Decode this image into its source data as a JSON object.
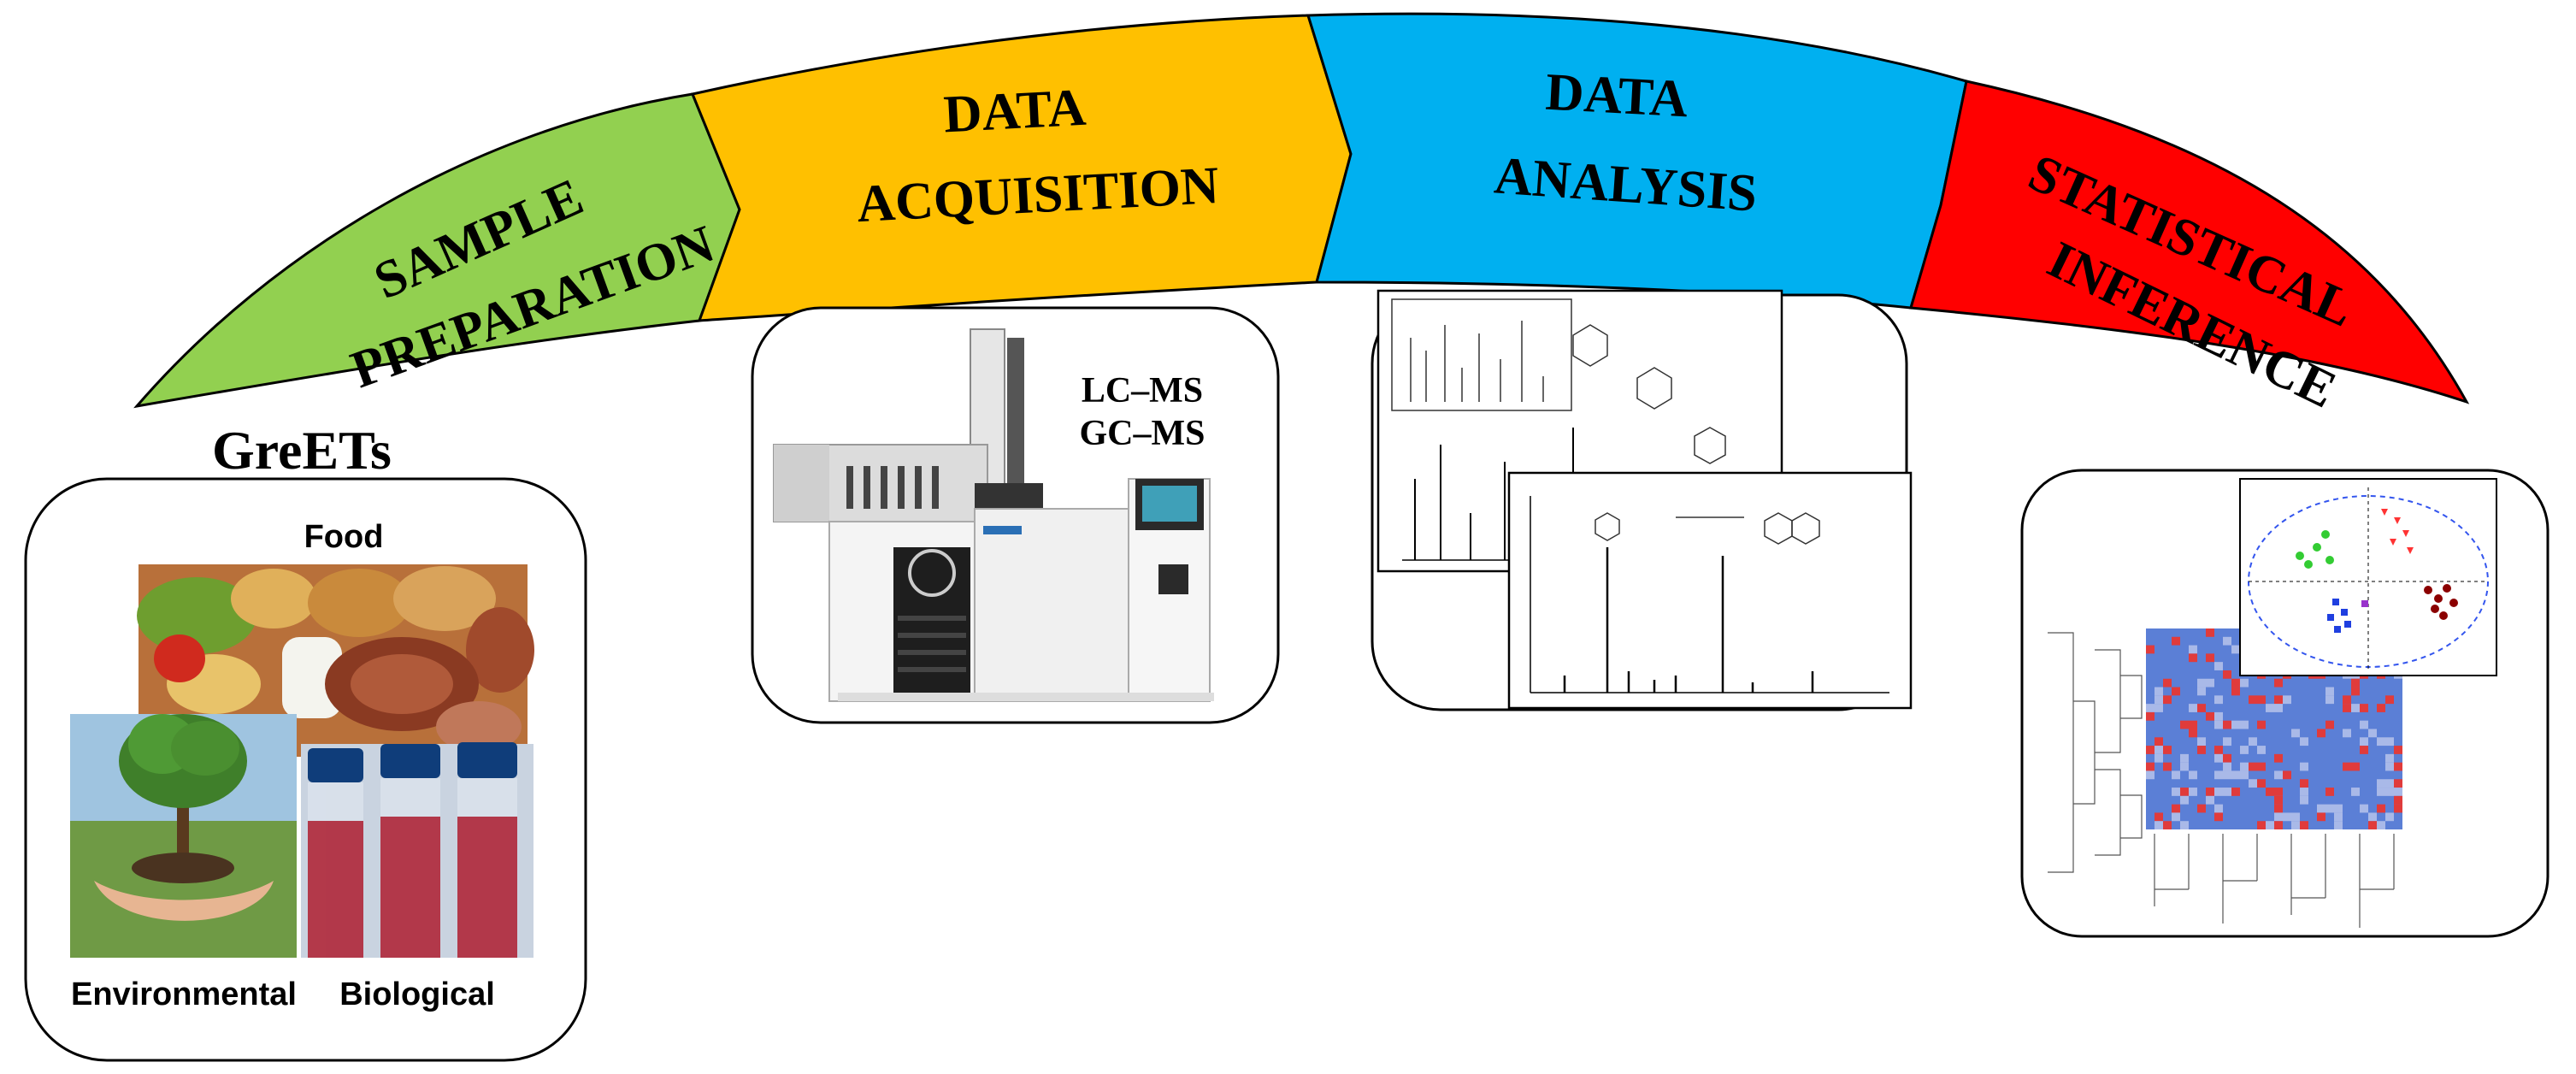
{
  "stages": [
    {
      "line1": "SAMPLE",
      "line2": "PREPARATION",
      "color": "#92d050"
    },
    {
      "line1": "DATA",
      "line2": "ACQUISITION",
      "color": "#ffc000"
    },
    {
      "line1": "DATA",
      "line2": "ANALYSIS",
      "color": "#00b0f0"
    },
    {
      "line1": "STATISTICAL",
      "line2": "INFERENCE",
      "color": "#ff0000"
    }
  ],
  "greets_label": "GreETs",
  "samples": {
    "food": "Food",
    "environmental": "Environmental",
    "biological": "Biological"
  },
  "instrument": {
    "line1": "LC–MS",
    "line2": "GC–MS"
  },
  "colors": {
    "outline": "#000000",
    "instrument_body": "#f2f2f2",
    "heatmap_blue": "#5b7fd6",
    "heatmap_red": "#e03b3b",
    "scatter_green": "#33cc33",
    "scatter_red": "#ff3333",
    "scatter_blue": "#1f3fe0",
    "scatter_maroon": "#8b0000"
  }
}
